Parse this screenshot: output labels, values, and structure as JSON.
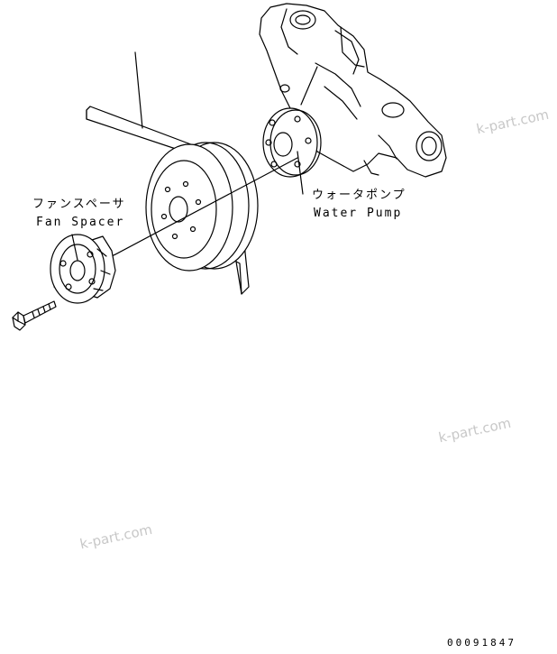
{
  "labels": {
    "fan_spacer_jp": "ファンスペーサ",
    "fan_spacer_en": "Fan Spacer",
    "water_pump_jp": "ウォータポンプ",
    "water_pump_en": "Water Pump"
  },
  "watermarks": [
    "k-part.com",
    "k-part.com",
    "k-part.com"
  ],
  "doc_number": "00091847"
}
